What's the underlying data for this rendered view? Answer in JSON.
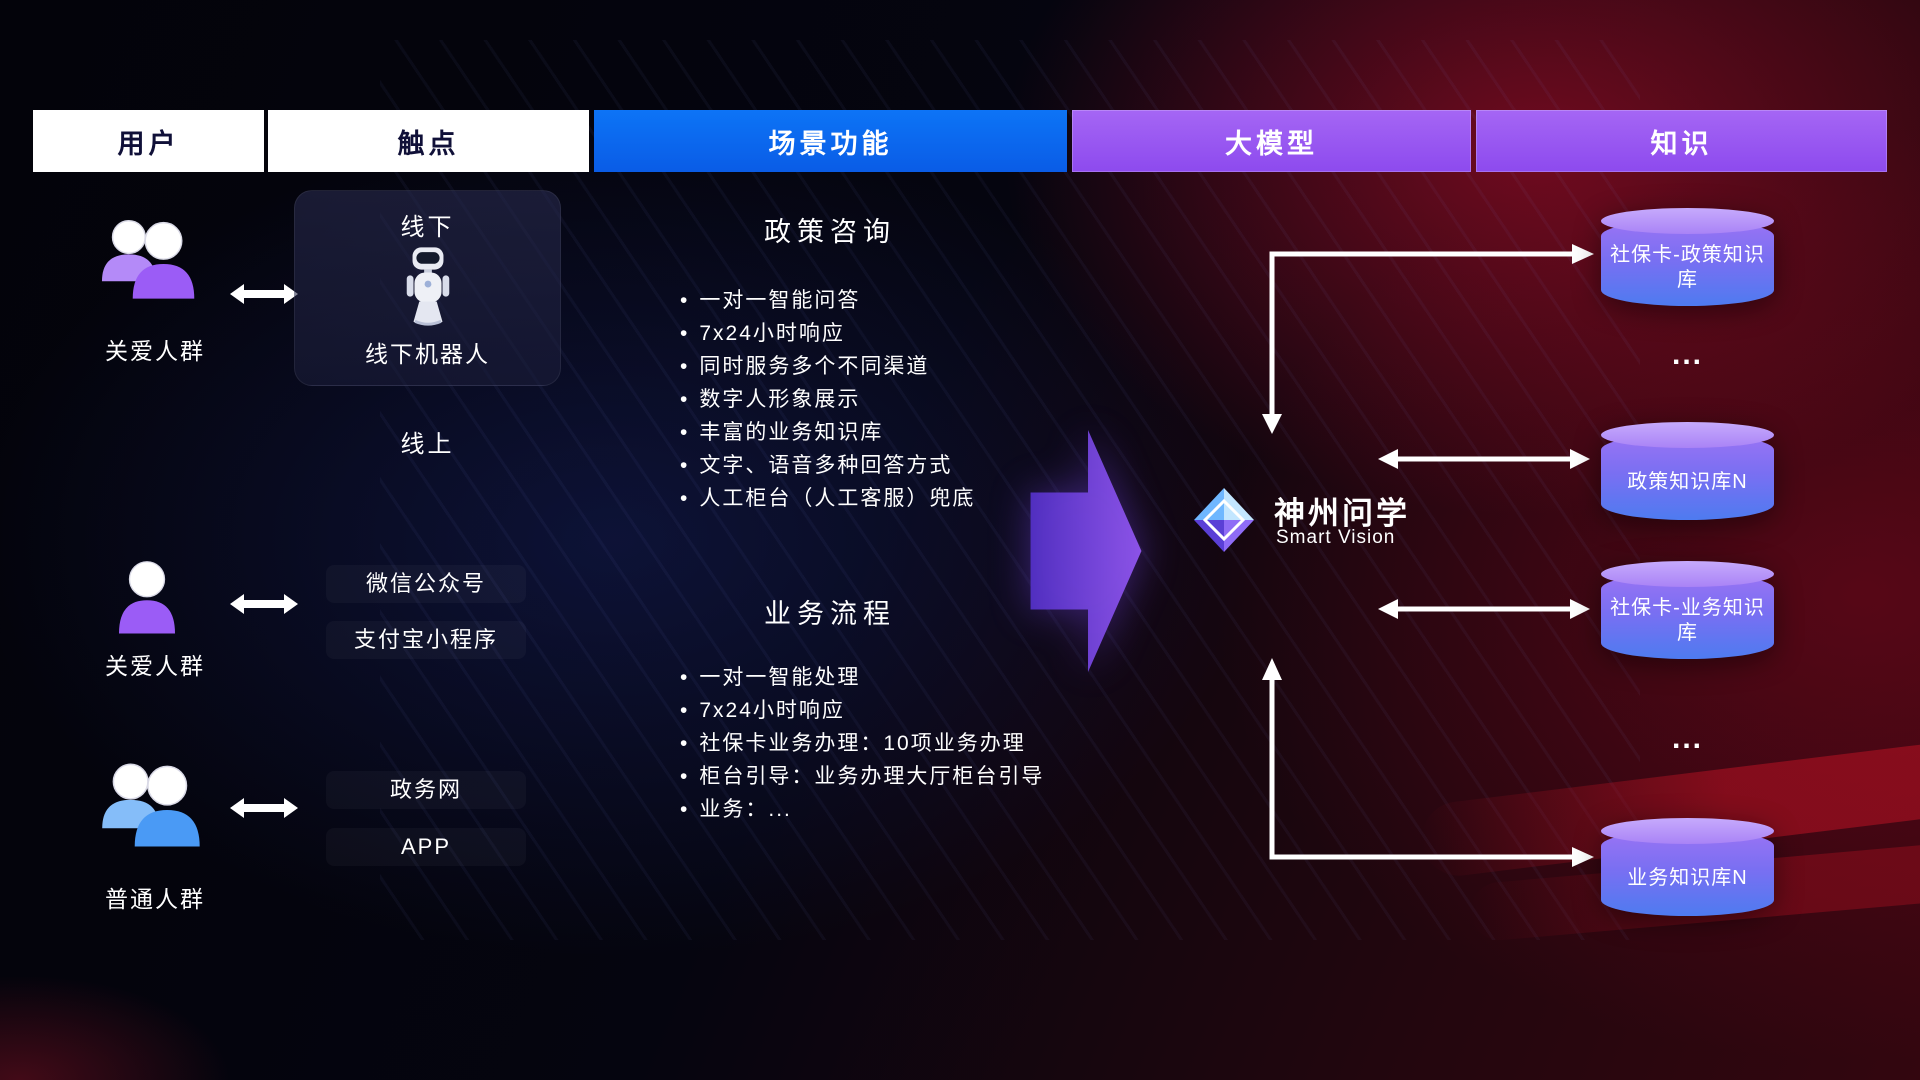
{
  "ui": {
    "bullet_char": "•",
    "ellipsis": "..."
  },
  "headers": {
    "user": "用户",
    "touchpoint": "触点",
    "scene": "场景功能",
    "model": "大模型",
    "knowledge": "知识"
  },
  "users": [
    {
      "label": "关爱人群"
    },
    {
      "label": "关爱人群"
    },
    {
      "label": "普通人群"
    }
  ],
  "touchpoints": {
    "offline_title": "线下",
    "offline_robot": "线下机器人",
    "online_title": "线上",
    "items": [
      "微信公众号",
      "支付宝小程序",
      "政务网",
      "APP"
    ]
  },
  "scenes": [
    {
      "title": "政策咨询",
      "bullets": [
        "一对一智能问答",
        "7x24小时响应",
        "同时服务多个不同渠道",
        "数字人形象展示",
        "丰富的业务知识库",
        "文字、语音多种回答方式",
        "人工柜台（人工客服）兜底"
      ]
    },
    {
      "title": "业务流程",
      "bullets": [
        "一对一智能处理",
        "7x24小时响应",
        "社保卡业务办理：10项业务办理",
        "柜台引导：业务办理大厅柜台引导",
        "业务：..."
      ]
    }
  ],
  "model": {
    "name": "神州问学",
    "subtitle": "Smart Vision"
  },
  "knowledge": {
    "db1": "社保卡-政策知识库",
    "db2": "政策知识库N",
    "db3": "社保卡-业务知识库",
    "db4": "业务知识库N"
  },
  "colors": {
    "accent_blue": "#0a6cf0",
    "accent_purple": "#9b5cf6",
    "user_purple": "#9b5cf6",
    "user_blue": "#4a9af5",
    "cylinder_top": "#b595f8",
    "cylinder_bottom": "#4e7bf0"
  }
}
